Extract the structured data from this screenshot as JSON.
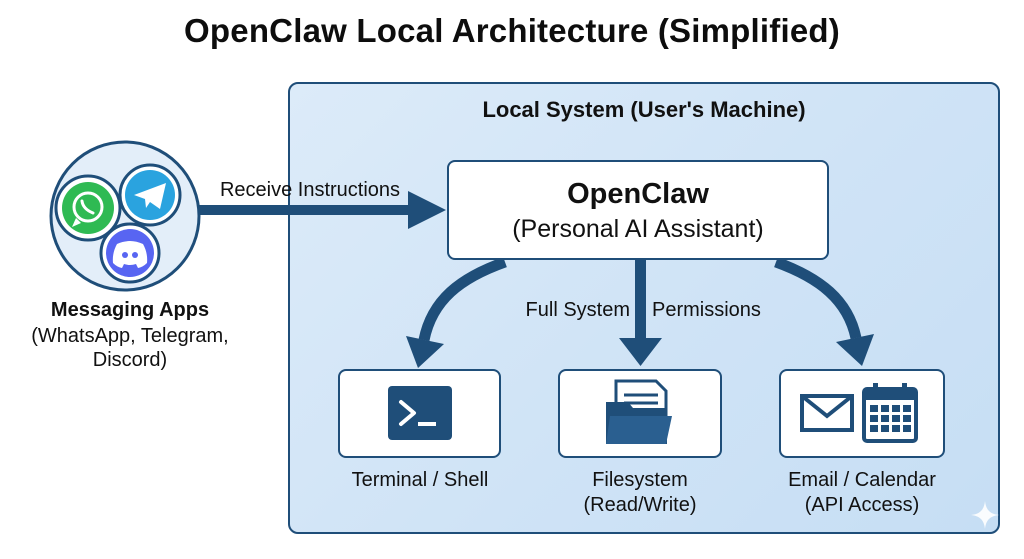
{
  "title": "OpenClaw Local Architecture (Simplified)",
  "local_system": {
    "title": "Local System (User's Machine)"
  },
  "openclaw": {
    "name": "OpenClaw",
    "subtitle": "(Personal AI Assistant)"
  },
  "messaging": {
    "title": "Messaging Apps",
    "subtitle_line1": "(WhatsApp, Telegram,",
    "subtitle_line2": "Discord)",
    "icons": [
      "whatsapp-icon",
      "telegram-icon",
      "discord-icon"
    ]
  },
  "edges": {
    "receive": "Receive Instructions",
    "permissions_left": "Full System",
    "permissions_right": "Permissions"
  },
  "components": {
    "terminal": {
      "label": "Terminal / Shell",
      "icon": "terminal-icon"
    },
    "filesystem": {
      "label_line1": "Filesystem",
      "label_line2": "(Read/Write)",
      "icon": "folder-document-icon"
    },
    "email_calendar": {
      "label_line1": "Email / Calendar",
      "label_line2": "(API Access)",
      "icons": [
        "envelope-icon",
        "calendar-icon"
      ]
    }
  },
  "colors": {
    "accent": "#1f4e79",
    "box_fill": "#d3e5f7",
    "whatsapp": "#25d366",
    "telegram": "#2aa3df",
    "discord": "#5865f2"
  }
}
